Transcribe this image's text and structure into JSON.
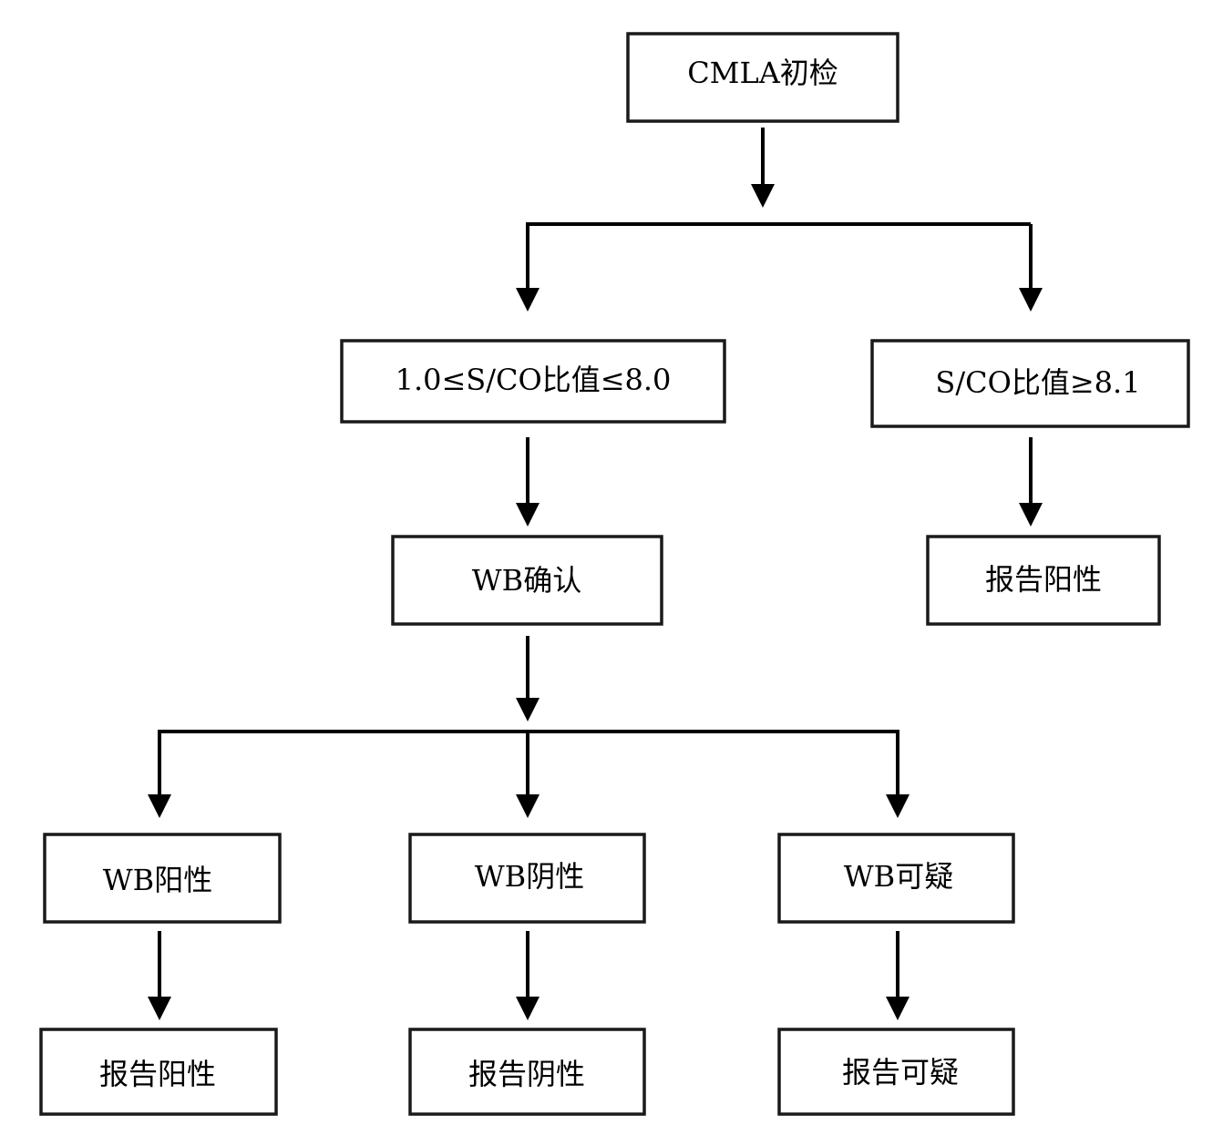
{
  "flowchart": {
    "nodes": {
      "initial": "CMLA初检",
      "mid_ratio": "1.0≤S/CO比值≤8.0",
      "high_ratio": "S/CO比值≥8.1",
      "wb_confirm": "WB确认",
      "report_positive_direct": "报告阳性",
      "wb_positive": "WB阳性",
      "wb_negative": "WB阴性",
      "wb_indeterminate": "WB可疑",
      "report_positive": "报告阳性",
      "report_negative": "报告阴性",
      "report_indeterminate": "报告可疑"
    },
    "edges": [
      [
        "initial",
        "mid_ratio"
      ],
      [
        "initial",
        "high_ratio"
      ],
      [
        "mid_ratio",
        "wb_confirm"
      ],
      [
        "high_ratio",
        "report_positive_direct"
      ],
      [
        "wb_confirm",
        "wb_positive"
      ],
      [
        "wb_confirm",
        "wb_negative"
      ],
      [
        "wb_confirm",
        "wb_indeterminate"
      ],
      [
        "wb_positive",
        "report_positive"
      ],
      [
        "wb_negative",
        "report_negative"
      ],
      [
        "wb_indeterminate",
        "report_indeterminate"
      ]
    ]
  },
  "colors": {
    "stroke": "#000000",
    "fill": "#ffffff"
  }
}
